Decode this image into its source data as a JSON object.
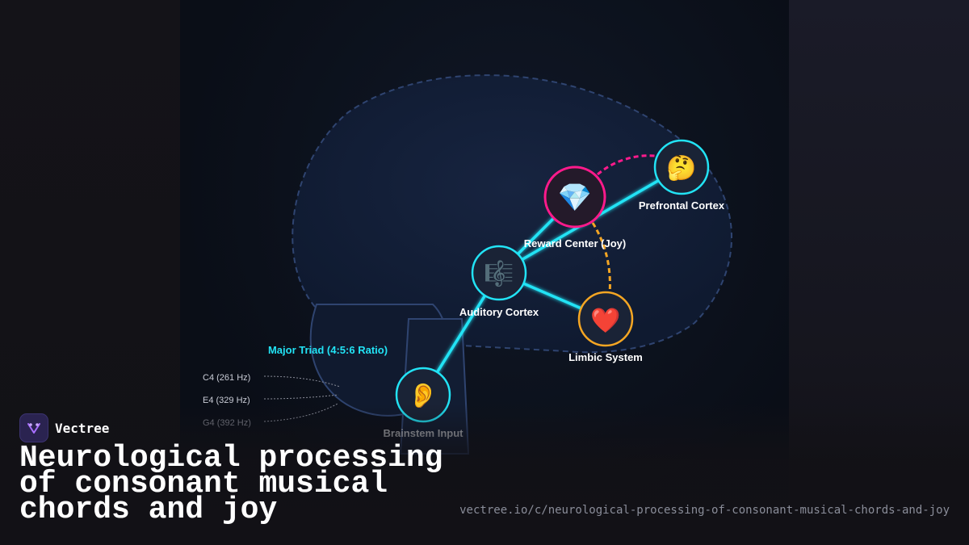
{
  "diagram": {
    "nodes": {
      "brainstem": {
        "label": "Brainstem Input",
        "icon": "ear-icon",
        "glyph": "👂",
        "ring_color": "#22e3f5"
      },
      "auditory": {
        "label": "Auditory Cortex",
        "icon": "musical-score-icon",
        "glyph": "🎼",
        "ring_color": "#22e3f5"
      },
      "reward": {
        "label": "Reward Center (Joy)",
        "icon": "gem-icon",
        "glyph": "💎",
        "ring_color": "#ff1a8c"
      },
      "prefrontal": {
        "label": "Prefrontal Cortex",
        "icon": "thinking-face-icon",
        "glyph": "🤔",
        "ring_color": "#22e3f5"
      },
      "limbic": {
        "label": "Limbic System",
        "icon": "heart-icon",
        "glyph": "❤️",
        "ring_color": "#f5a623"
      }
    },
    "edges": [
      {
        "from": "brainstem",
        "to": "auditory",
        "style": "solid",
        "color": "#22e3f5"
      },
      {
        "from": "auditory",
        "to": "reward",
        "style": "solid",
        "color": "#22e3f5"
      },
      {
        "from": "auditory",
        "to": "prefrontal",
        "style": "solid",
        "color": "#22e3f5"
      },
      {
        "from": "auditory",
        "to": "limbic",
        "style": "solid",
        "color": "#22e3f5"
      },
      {
        "from": "reward",
        "to": "prefrontal",
        "style": "dashed",
        "color": "#ff1a8c"
      },
      {
        "from": "reward",
        "to": "limbic",
        "style": "dashed",
        "color": "#f5a623"
      }
    ],
    "triad": {
      "title": "Major Triad (4:5:6 Ratio)",
      "notes": [
        "C4 (261 Hz)",
        "E4 (329 Hz)",
        "G4 (392 Hz)"
      ]
    }
  },
  "brand": {
    "name": "Vectree",
    "logo_icon": "vectree-logo-icon"
  },
  "title": "Neurological processing of consonant musical chords and joy",
  "url": "vectree.io/c/neurological-processing-of-consonant-musical-chords-and-joy",
  "colors": {
    "accent_cyan": "#22e3f5",
    "accent_pink": "#ff1a8c",
    "accent_orange": "#f5a623",
    "brain_outline": "#2f4470"
  }
}
